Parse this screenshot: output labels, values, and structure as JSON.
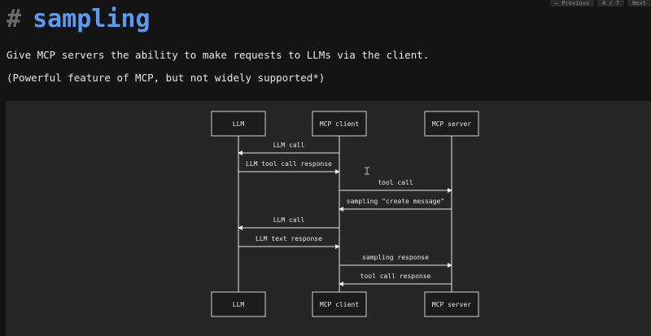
{
  "nav": {
    "prev": "← Previous",
    "page": "4 / 7",
    "next": "Next"
  },
  "heading": {
    "hash": "#",
    "word": "sampling"
  },
  "description": {
    "line1": "Give MCP servers the ability to make requests to LLMs via the client.",
    "line2": "(Powerful feature of MCP, but not widely supported*)"
  },
  "diagram": {
    "participants": [
      {
        "id": "llm",
        "label": "LLM"
      },
      {
        "id": "client",
        "label": "MCP client"
      },
      {
        "id": "server",
        "label": "MCP server"
      }
    ],
    "messages": [
      {
        "from": "client",
        "to": "llm",
        "label": "LLM call"
      },
      {
        "from": "llm",
        "to": "client",
        "label": "LLM tool call response"
      },
      {
        "from": "client",
        "to": "server",
        "label": "tool call"
      },
      {
        "from": "server",
        "to": "client",
        "label": "sampling \"create message\""
      },
      {
        "from": "client",
        "to": "llm",
        "label": "LLM call"
      },
      {
        "from": "llm",
        "to": "client",
        "label": "LLM text response"
      },
      {
        "from": "client",
        "to": "server",
        "label": "sampling response"
      },
      {
        "from": "server",
        "to": "client",
        "label": "tool call response"
      }
    ],
    "colors": {
      "line": "#e6e6e6",
      "box_border": "#d0d0d0",
      "box_fill": "#1c1c1c"
    }
  }
}
